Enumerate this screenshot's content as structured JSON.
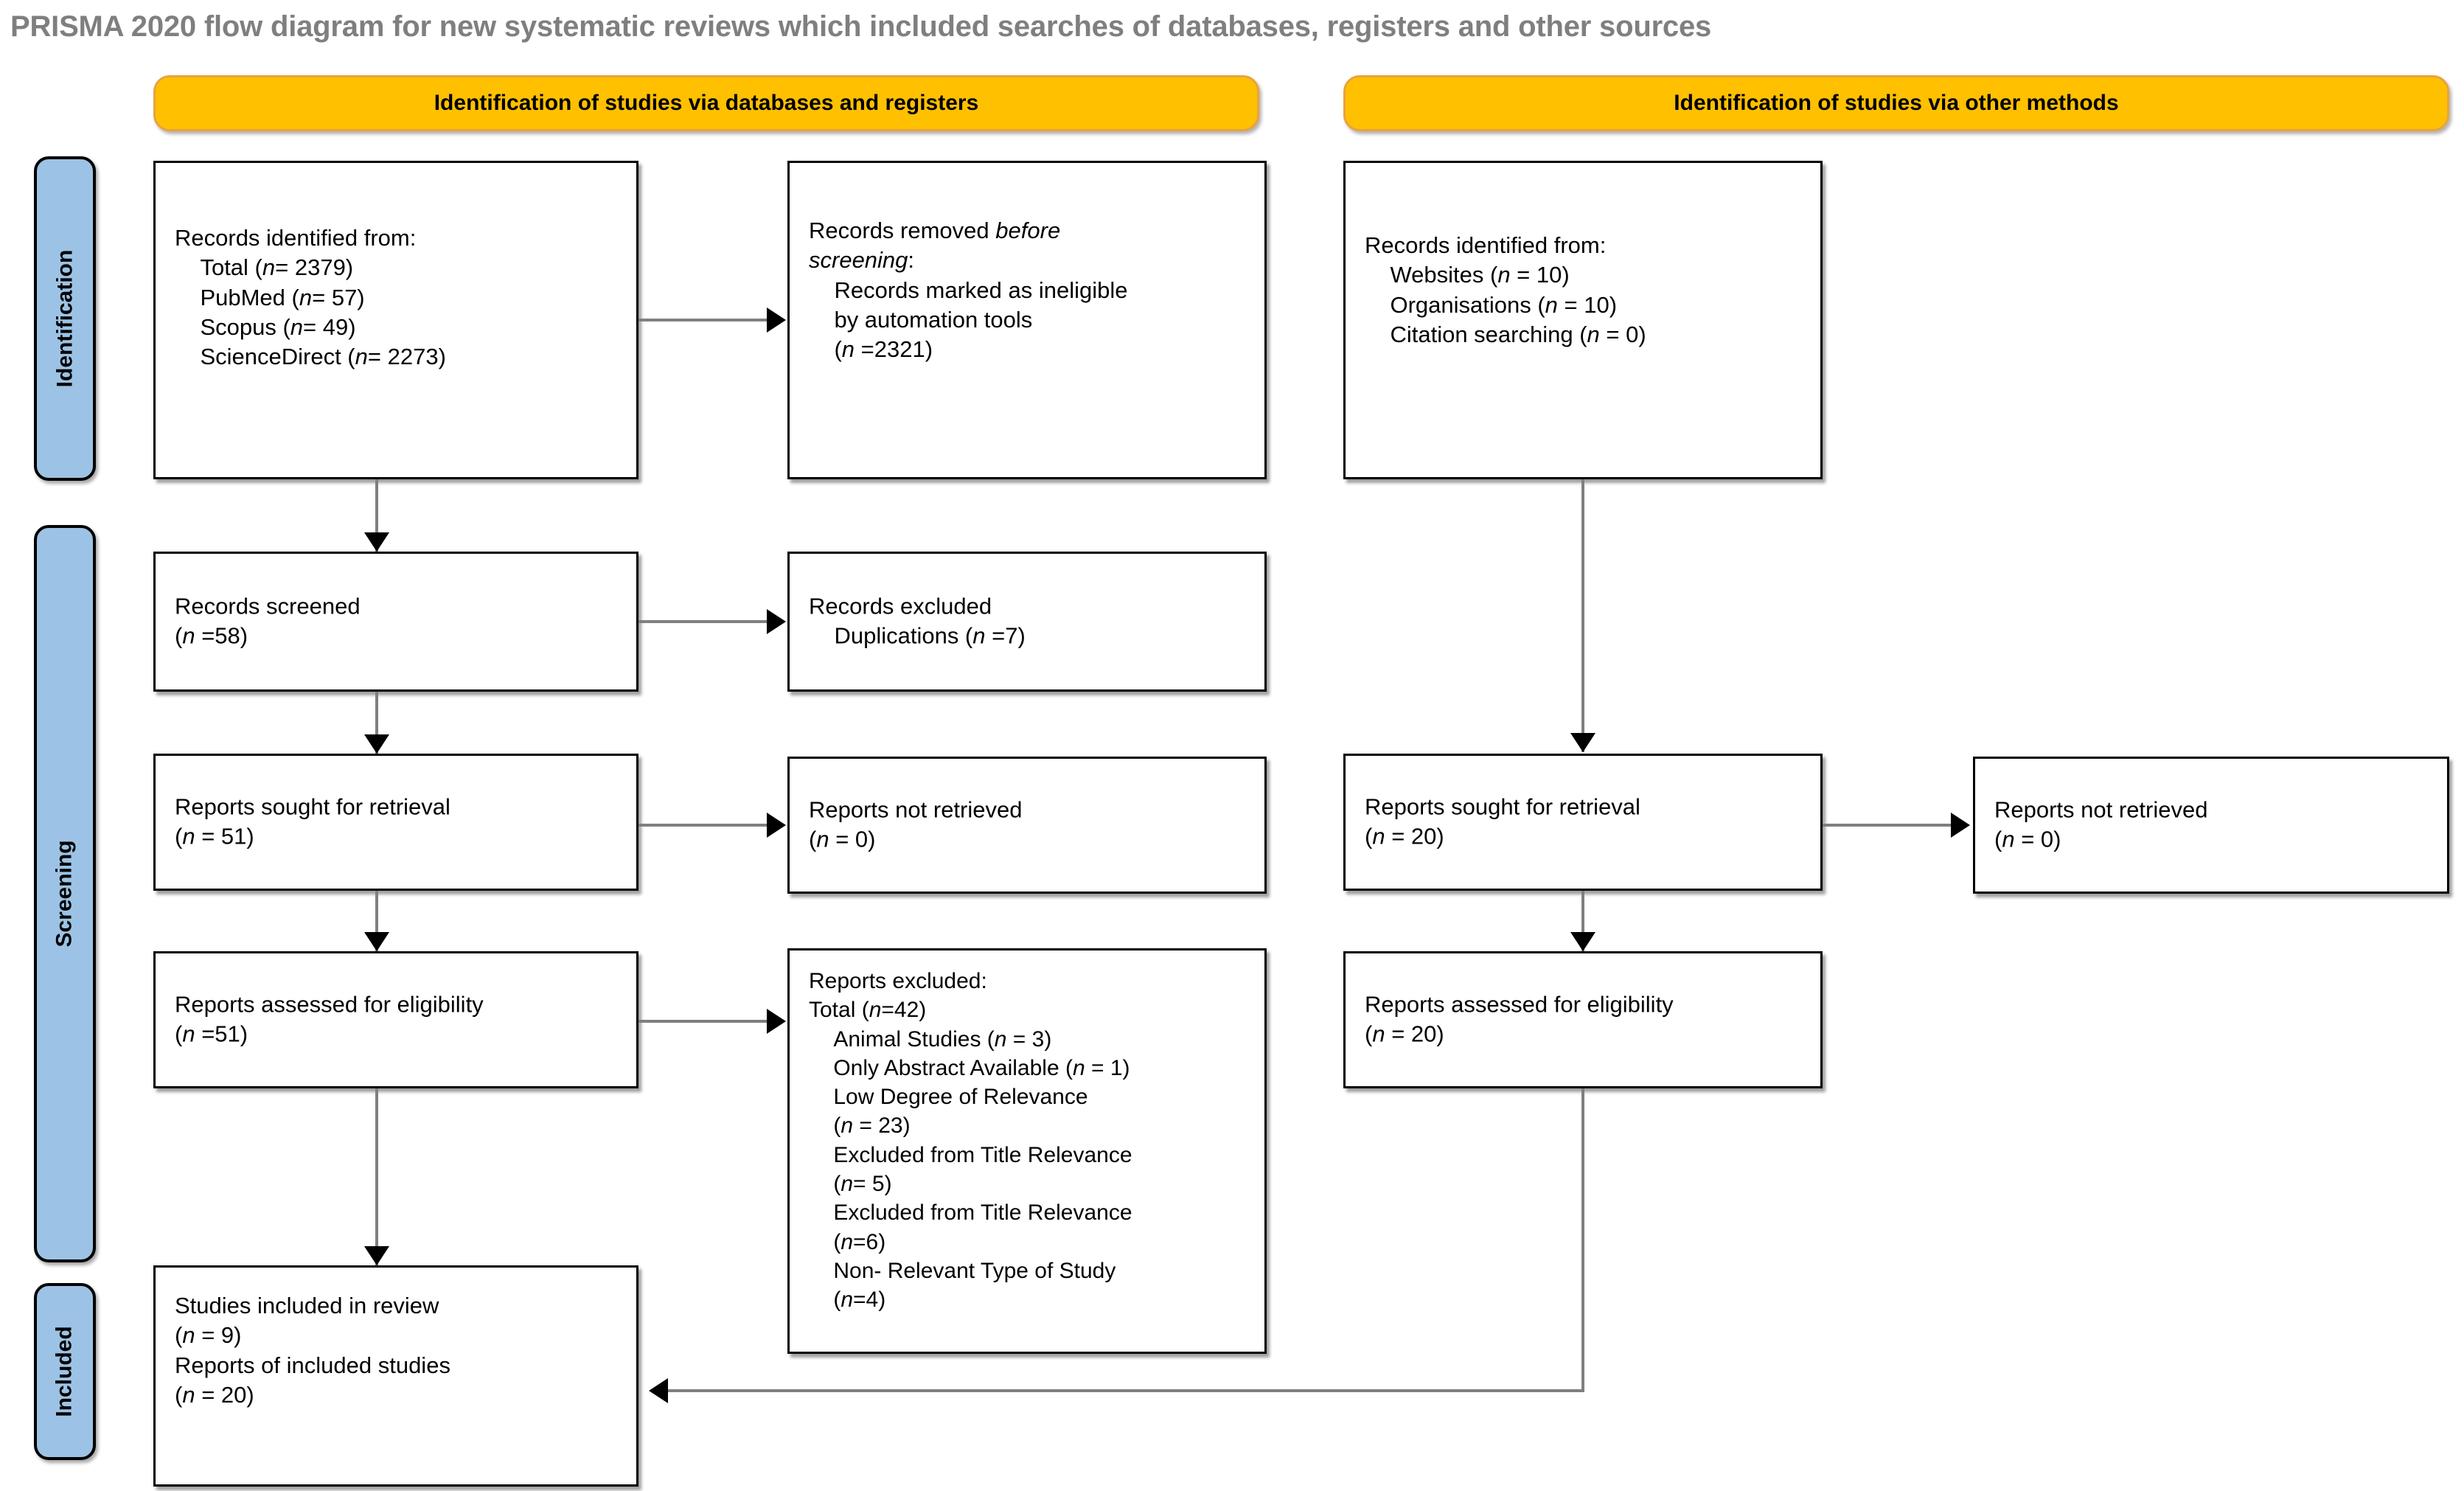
{
  "title": "PRISMA 2020 flow diagram for new systematic reviews which included searches of databases, registers and other sources",
  "colors": {
    "banner_fill": "#FFC000",
    "rail_fill": "#9CC3E5",
    "box_border": "#000000",
    "connector": "#7F7F7F",
    "title_text": "#7F7F7F"
  },
  "banners": {
    "databases": "Identification of studies via databases and registers",
    "other": "Identification of studies via other methods"
  },
  "rails": {
    "identification": "Identification",
    "screening": "Screening",
    "included": "Included"
  },
  "boxes": {
    "records_identified_db": "Records identified from:\n    Total (n= 2379)\n    PubMed (n= 57)\n    Scopus (n= 49)\n    ScienceDirect (n= 2273)",
    "records_removed": "Records removed before\nscreening:\n    Records marked as ineligible\n    by automation tools\n    (n =2321)",
    "records_identified_other": "Records identified from:\n    Websites (n = 10)\n    Organisations (n = 10)\n    Citation searching (n = 0)",
    "records_screened": "Records screened\n(n =58)",
    "records_excluded": "Records excluded\n    Duplications (n =7)",
    "reports_sought_db": "Reports sought for retrieval\n(n = 51)",
    "reports_not_retrieved_db": "Reports not retrieved\n(n = 0)",
    "reports_sought_other": "Reports sought for retrieval\n(n = 20)",
    "reports_not_retrieved_other": "Reports not retrieved\n(n = 0)",
    "reports_assessed_db": "Reports assessed for eligibility\n(n =51)",
    "reports_excluded": "Reports excluded:\nTotal (n=42)\n    Animal Studies (n = 3)\n    Only Abstract Available (n = 1)\n    Low Degree of Relevance\n    (n = 23)\n    Excluded from Title Relevance\n    (n= 5)\n    Excluded from Title Relevance\n    (n=6)\n    Non- Relevant Type of Study\n    (n=4)",
    "reports_assessed_other": "Reports assessed for eligibility\n(n = 20)",
    "studies_included": "Studies included in review\n(n = 9)\nReports of included studies\n(n = 20)"
  },
  "counts": {
    "total_identified": 2379,
    "pubmed": 57,
    "scopus": 49,
    "sciencedirect": 2273,
    "removed_before_screening": 2321,
    "websites": 10,
    "organisations": 10,
    "citation_searching": 0,
    "records_screened": 58,
    "duplications_excluded": 7,
    "reports_sought_db": 51,
    "reports_not_retrieved_db": 0,
    "reports_sought_other": 20,
    "reports_not_retrieved_other": 0,
    "reports_assessed_db": 51,
    "reports_excluded_total": 42,
    "animal_studies": 3,
    "only_abstract": 1,
    "low_relevance": 23,
    "excluded_title_relevance_1": 5,
    "excluded_title_relevance_2": 6,
    "non_relevant_type": 4,
    "reports_assessed_other": 20,
    "studies_included": 9,
    "reports_of_included_studies": 20
  }
}
